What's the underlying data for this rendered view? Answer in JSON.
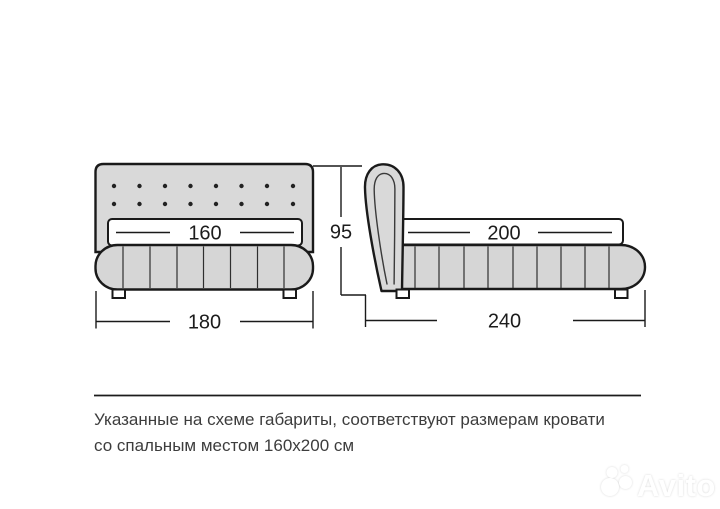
{
  "diagram": {
    "title_semantic": "bed-dimensions-scheme",
    "front_view": {
      "mattress_width": "160",
      "overall_width": "180",
      "tufting_button_rows": 2,
      "tufting_buttons_per_row": 8
    },
    "side_view": {
      "mattress_length": "200",
      "overall_length": "240"
    },
    "height": "95",
    "units_implied": "cm"
  },
  "caption": {
    "line1": "Указанные на схеме габариты, соответствуют размерам кровати",
    "line2": "со спальным местом 160х200 см"
  },
  "watermark": {
    "brand": "Avito"
  },
  "colors": {
    "upholstery": "#d9d9d9",
    "base_upholstery": "#d6d6d6",
    "outline": "#1a1a1a",
    "caption_text": "#3d3d3d"
  }
}
